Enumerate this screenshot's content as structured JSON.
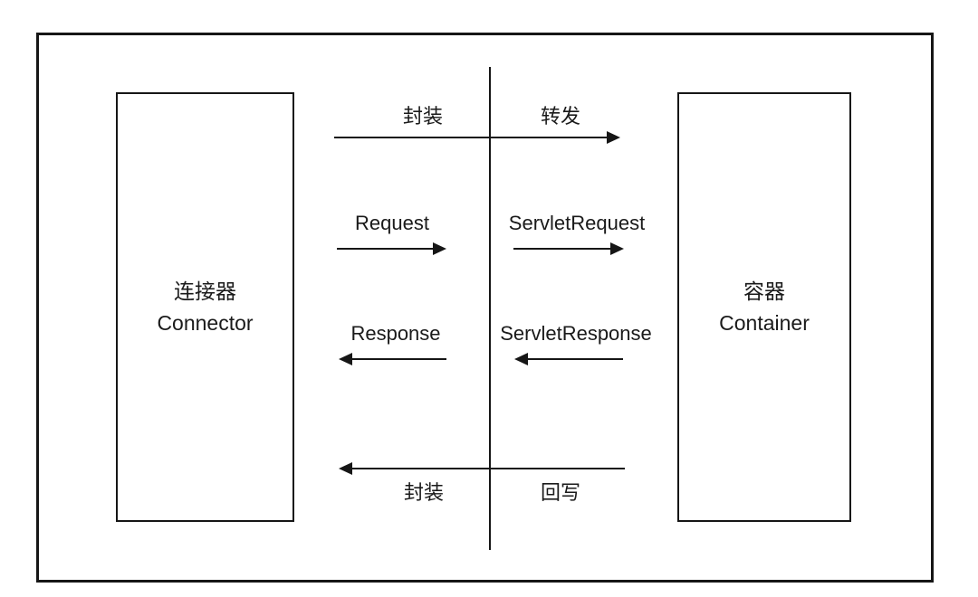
{
  "diagram": {
    "connector_box": {
      "label_zh": "连接器",
      "label_en": "Connector"
    },
    "container_box": {
      "label_zh": "容器",
      "label_en": "Container"
    },
    "flows": {
      "top": {
        "left_label": "封装",
        "right_label": "转发",
        "direction": "right"
      },
      "request": {
        "label": "Request",
        "direction": "right"
      },
      "servlet_request": {
        "label": "ServletRequest",
        "direction": "right"
      },
      "response": {
        "label": "Response",
        "direction": "left"
      },
      "servlet_response": {
        "label": "ServletResponse",
        "direction": "left"
      },
      "bottom": {
        "left_label": "封装",
        "right_label": "回写",
        "direction": "left"
      }
    },
    "colors": {
      "line": "#161616",
      "text": "#1a1a1a",
      "background": "#ffffff"
    }
  }
}
